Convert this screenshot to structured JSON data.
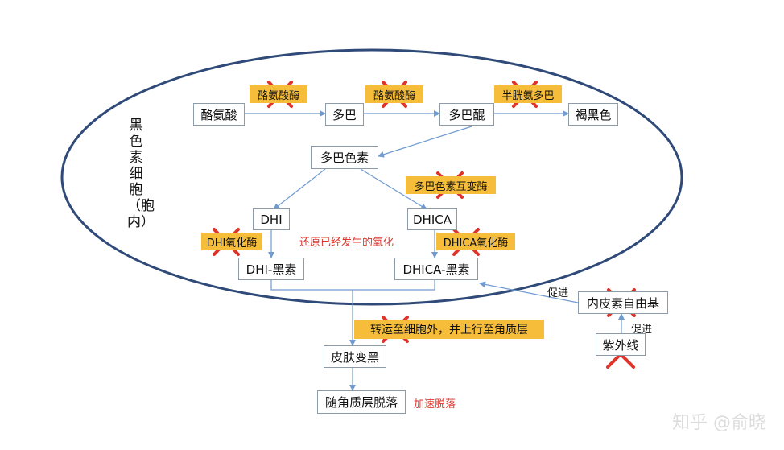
{
  "cell_label": "黑色素细胞（胞内）",
  "nodes": {
    "tyrosine": "酪氨酸",
    "dopa": "多巴",
    "dopaquinone": "多巴醌",
    "brown_black": "褐黑色",
    "dopachrome": "多巴色素",
    "dhi": "DHI",
    "dhica": "DHICA",
    "dhi_melanin": "DHI-黑素",
    "dhica_melanin": "DHICA-黑素",
    "skin_darkening": "皮肤变黑",
    "shedding": "随角质层脱落",
    "endothelin": "内皮素自由基",
    "uv": "紫外线"
  },
  "enzymes": {
    "e1": "酪氨酸酶",
    "e2": "酪氨酸酶",
    "e3": "半胱氨多巴",
    "e4": "多巴色素互变酶",
    "e5": "DHI氧化酶",
    "e6": "DHICA氧化酶",
    "transport": "转运至细胞外，并上行至角质层"
  },
  "annotations": {
    "reversal": "还原已经发生的氧化",
    "accelerate": "加速脱落",
    "promote1": "促进",
    "promote2": "促进"
  },
  "watermark": "知乎 @俞晓",
  "colors": {
    "ellipse": "#2f4a78",
    "arrow": "#6f9bd1",
    "enzyme_bg": "#f6bd3a",
    "cross": "#e0342a",
    "red_text": "#e0342a"
  }
}
